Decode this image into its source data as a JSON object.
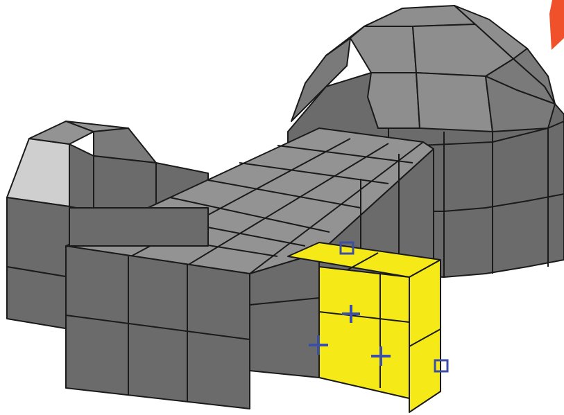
{
  "colors": {
    "background": "#ffffff",
    "face_dark": "#6b6b6b",
    "face_mid": "#7a7a7a",
    "face_top": "#939393",
    "face_pale": "#cfcfcf",
    "selection": "#f5ea18",
    "gizmo": "#3d4fa0",
    "accent_corner": "#f0502a"
  },
  "selection": {
    "state": "face-selected",
    "handles": [
      "square-handle",
      "square-handle",
      "cross-handle",
      "cross-handle",
      "cross-handle"
    ]
  },
  "icons": [
    "square-handle-icon",
    "move-cross-icon",
    "corner-marker-icon"
  ]
}
